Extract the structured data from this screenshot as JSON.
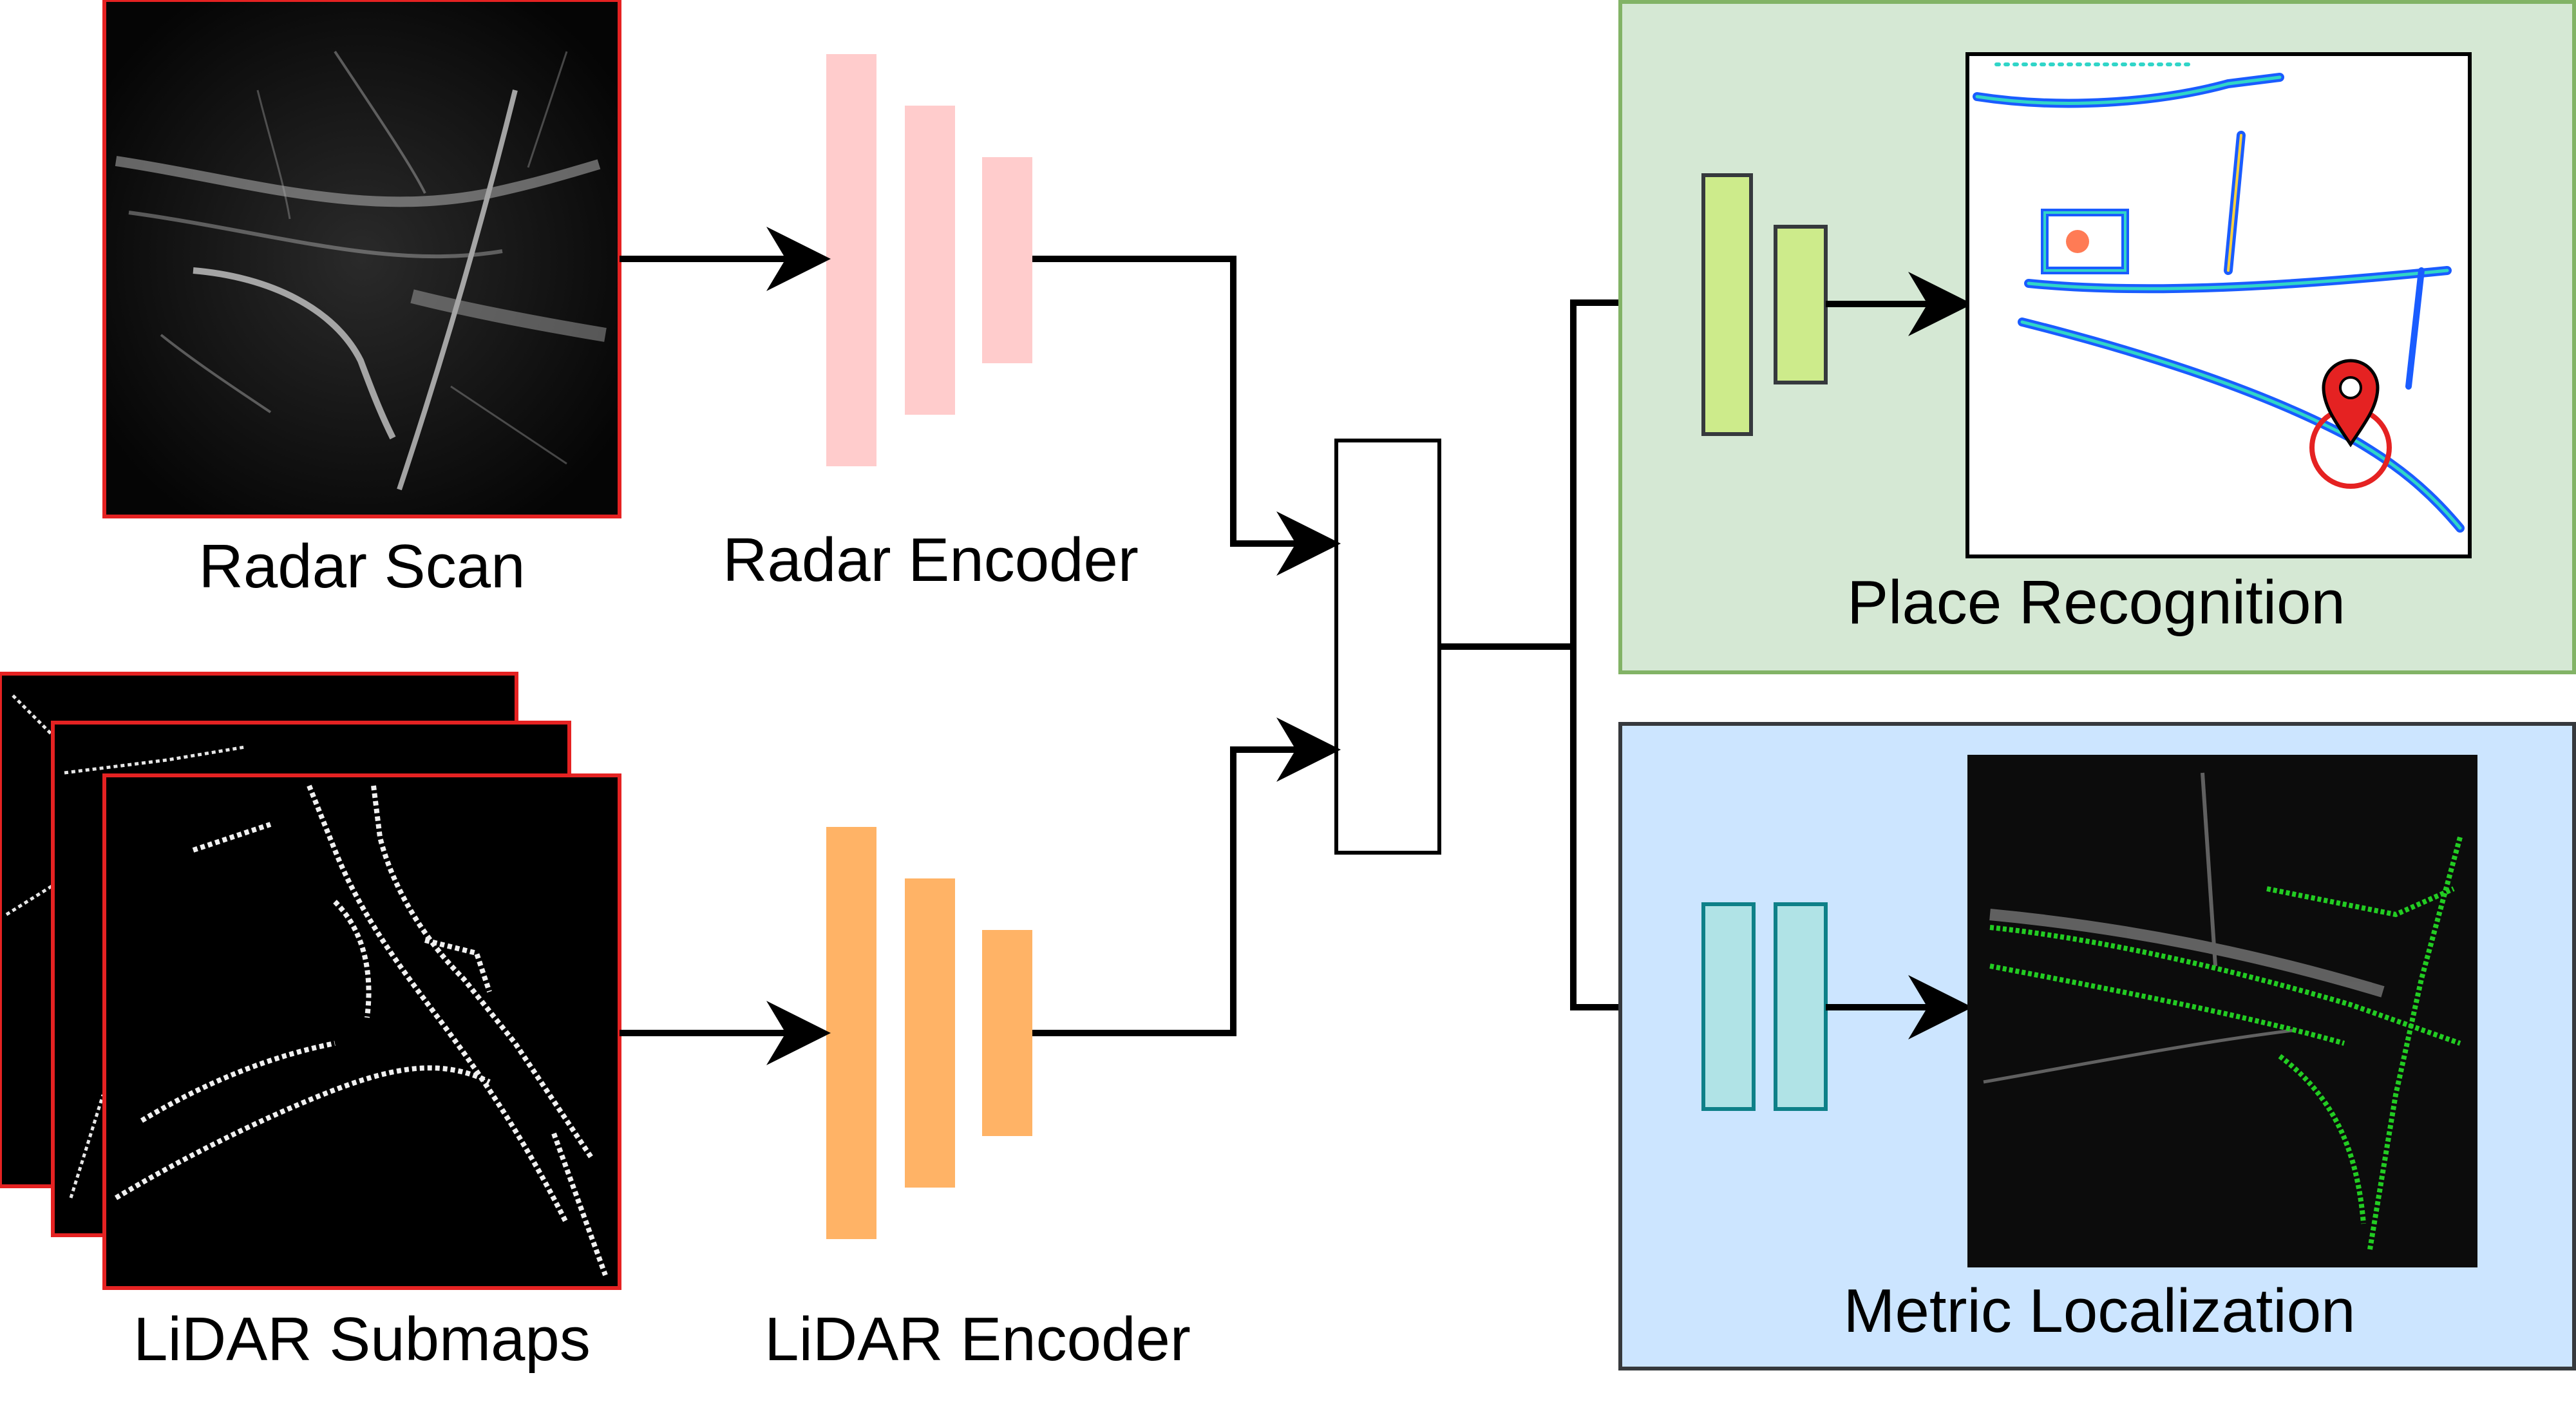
{
  "labels": {
    "radar_scan": "Radar Scan",
    "radar_encoder": "Radar Encoder",
    "lidar_submaps": "LiDAR Submaps",
    "lidar_encoder": "LiDAR Encoder",
    "place_recognition": "Place Recognition",
    "metric_localization": "Metric Localization"
  },
  "colors": {
    "image_border": "#e52222",
    "radar_encoder_fill": "#ffcccc",
    "lidar_encoder_fill": "#ffb366",
    "place_panel_fill": "#d5e8d4",
    "place_panel_stroke": "#82b366",
    "place_head_fill": "#cdeb8b",
    "metric_panel_fill": "#cce5ff",
    "metric_panel_stroke": "#36393d",
    "metric_head_fill": "#b0e3e6",
    "metric_head_stroke": "#0e8088",
    "pin": "#e52222",
    "lidar_overlay": "#22cc22"
  },
  "icons": {
    "location": "location-pin-icon"
  }
}
